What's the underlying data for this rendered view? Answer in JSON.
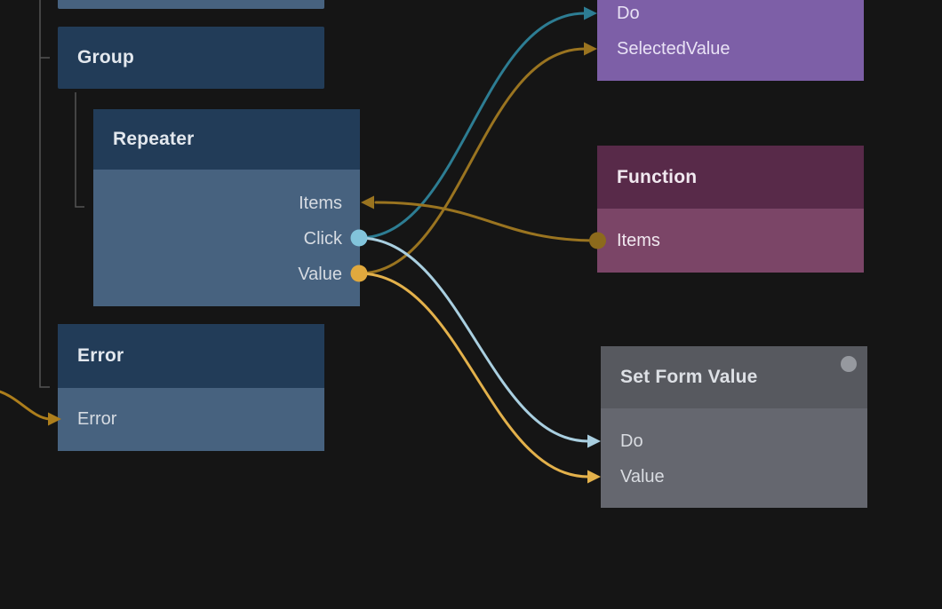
{
  "diagram": {
    "kind": "node-graph-editor",
    "description": "Visual programming node graph with connected logic nodes"
  },
  "colors": {
    "background": "#151515",
    "blue_node_header": "#223c58",
    "blue_node_body": "#47627f",
    "purple_node_body": "#7d5fa7",
    "function_node_header": "#582a49",
    "function_node_body": "#7b4567",
    "gray_node_header": "#57595f",
    "gray_node_body": "#65676f",
    "status_dot": "#96999f",
    "hierarchy_line": "#545454",
    "wire_teal": "#2d7d93",
    "wire_gold": "#9a7420",
    "wire_gold_error": "#ad7e1c",
    "wire_light_blue": "#a9cfe0",
    "wire_yellow": "#e3b14b",
    "port_dot_click": "#82c4db",
    "port_dot_value": "#e0a93e",
    "port_dot_function_items": "#8c6a1c"
  },
  "nodes": {
    "group": {
      "title": "Group"
    },
    "repeater": {
      "title": "Repeater",
      "ports": [
        {
          "label": "Items"
        },
        {
          "label": "Click"
        },
        {
          "label": "Value"
        }
      ]
    },
    "error": {
      "title": "Error",
      "ports": [
        {
          "label": "Error"
        }
      ]
    },
    "purple_clipped": {
      "ports": [
        {
          "label": "Do"
        },
        {
          "label": "SelectedValue"
        }
      ]
    },
    "function": {
      "title": "Function",
      "ports": [
        {
          "label": "Items"
        }
      ]
    },
    "set_form_value": {
      "title": "Set Form Value",
      "ports": [
        {
          "label": "Do"
        },
        {
          "label": "Value"
        }
      ]
    }
  },
  "connections": [
    {
      "from": "Repeater.Click",
      "to": "PurpleNode.Do",
      "color": "#2d7d93"
    },
    {
      "from": "Repeater.Value",
      "to": "PurpleNode.SelectedValue",
      "color": "#9a7420"
    },
    {
      "from": "Function.Items",
      "to": "Repeater.Items",
      "color": "#9a7420"
    },
    {
      "from": "Repeater.Click",
      "to": "Set Form Value.Do",
      "color": "#a9cfe0"
    },
    {
      "from": "Repeater.Value",
      "to": "Set Form Value.Value",
      "color": "#e3b14b"
    },
    {
      "from": "offscreen-left",
      "to": "Error.Error",
      "color": "#ad7e1c"
    }
  ]
}
